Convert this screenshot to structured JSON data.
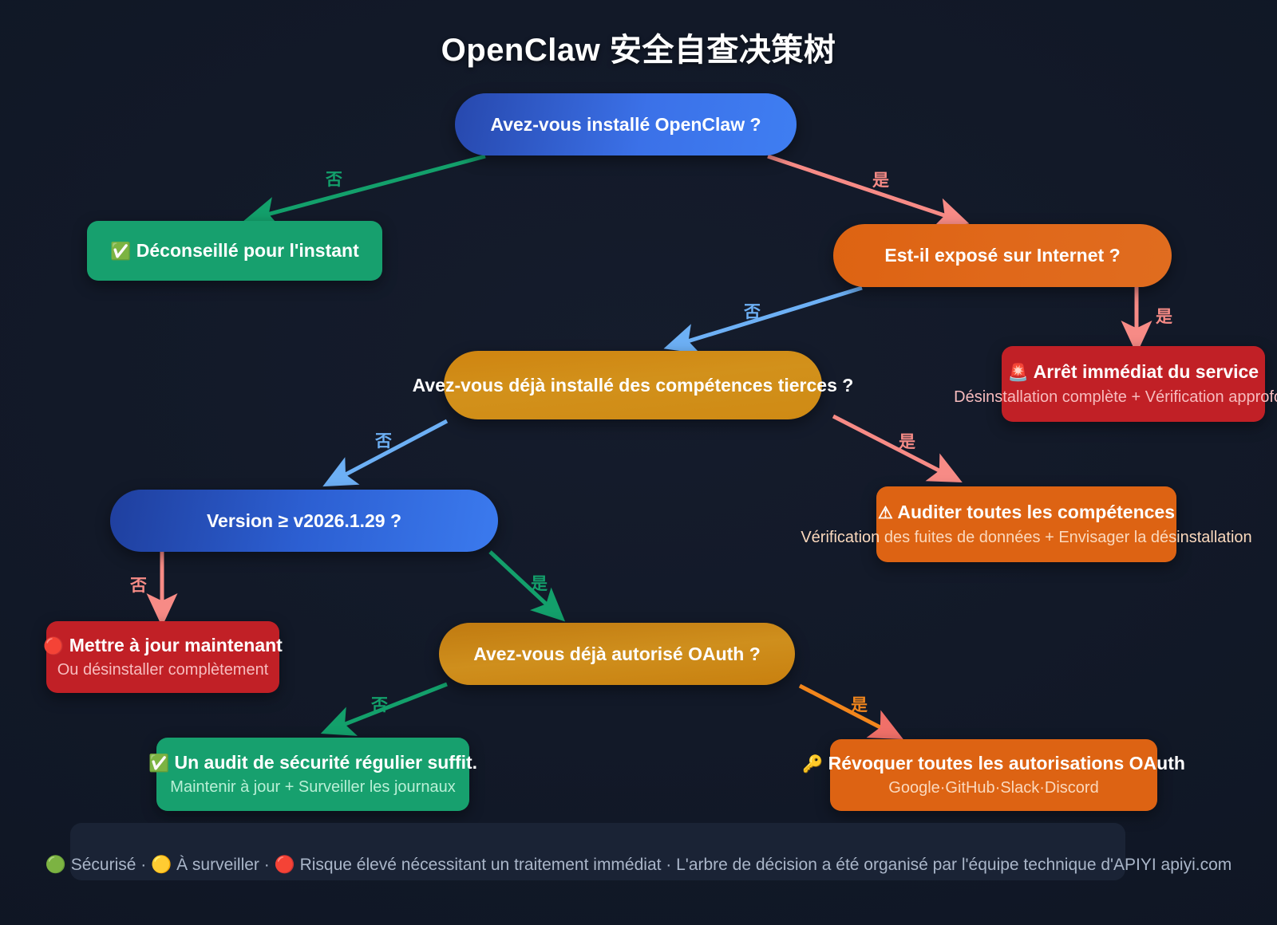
{
  "header": {
    "title": "OpenClaw 安全自查决策树"
  },
  "palette": {
    "background": "#141b2b",
    "panel": "#1a2335",
    "blue": "#3b71e8",
    "orange": "#dd6313",
    "amber": "#cf8a14",
    "green": "#17a06e",
    "red": "#c12026",
    "edge_green": "#13a06b",
    "edge_salmon": "#f78b86",
    "edge_blue": "#6db0f5",
    "edge_orange": "#f2861c",
    "footer_text": "#aab6c9"
  },
  "labels": {
    "yes": "是",
    "no": "否"
  },
  "nodes": {
    "q_installed": {
      "text": "Avez-vous installé OpenClaw ?",
      "kind": "decision",
      "color": "blue"
    },
    "r_not_advised": {
      "emoji": "✅",
      "text": "Déconseillé pour l'instant",
      "kind": "terminal",
      "color": "green"
    },
    "q_internet": {
      "text": "Est-il exposé sur Internet ?",
      "kind": "decision",
      "color": "orange"
    },
    "r_stop": {
      "emoji": "🚨",
      "text": "Arrêt immédiat du service",
      "subtitle": "Désinstallation complète + Vérification approfondie",
      "kind": "terminal",
      "color": "red"
    },
    "q_skills": {
      "text": "Avez-vous déjà installé des compétences tierces ?",
      "kind": "decision",
      "color": "amber"
    },
    "r_audit": {
      "emoji": "⚠",
      "text": "Auditer toutes les compétences",
      "subtitle": "Vérification des fuites de données + Envisager la désinstallation",
      "kind": "terminal",
      "color": "orange"
    },
    "q_version": {
      "text": "Version ≥ v2026.1.29 ?",
      "kind": "decision",
      "color": "blue"
    },
    "r_update": {
      "emoji": "🔴",
      "text": "Mettre à jour maintenant",
      "subtitle": "Ou désinstaller complètement",
      "kind": "terminal",
      "color": "red"
    },
    "q_oauth": {
      "text": "Avez-vous déjà autorisé OAuth ?",
      "kind": "decision",
      "color": "amber"
    },
    "r_regular": {
      "emoji": "✅",
      "text": "Un audit de sécurité régulier suffit.",
      "subtitle": "Maintenir à jour + Surveiller les journaux",
      "kind": "terminal",
      "color": "green"
    },
    "r_revoke": {
      "emoji": "🔑",
      "text": "Révoquer toutes les autorisations OAuth",
      "subtitle": "Google·GitHub·Slack·Discord",
      "kind": "terminal",
      "color": "orange"
    }
  },
  "edges": [
    {
      "from": "q_installed",
      "to": "r_not_advised",
      "label": "否",
      "color": "#13a06b"
    },
    {
      "from": "q_installed",
      "to": "q_internet",
      "label": "是",
      "color": "#f78b86"
    },
    {
      "from": "q_internet",
      "to": "r_stop",
      "label": "是",
      "color": "#f78b86"
    },
    {
      "from": "q_internet",
      "to": "q_skills",
      "label": "否",
      "color": "#6db0f5"
    },
    {
      "from": "q_skills",
      "to": "r_audit",
      "label": "是",
      "color": "#f78b86"
    },
    {
      "from": "q_skills",
      "to": "q_version",
      "label": "否",
      "color": "#6db0f5"
    },
    {
      "from": "q_version",
      "to": "r_update",
      "label": "否",
      "color": "#f78b86"
    },
    {
      "from": "q_version",
      "to": "q_oauth",
      "label": "是",
      "color": "#13a06b"
    },
    {
      "from": "q_oauth",
      "to": "r_regular",
      "label": "否",
      "color": "#13a06b"
    },
    {
      "from": "q_oauth",
      "to": "r_revoke",
      "label": "是",
      "color": "#f2861c"
    }
  ],
  "footer": {
    "legend": "🟢 Sécurisé · 🟡 À surveiller · 🔴 Risque élevé nécessitant un traitement immédiat · L'arbre de décision a été organisé par l'équipe technique d'APIYI apiyi.com"
  }
}
